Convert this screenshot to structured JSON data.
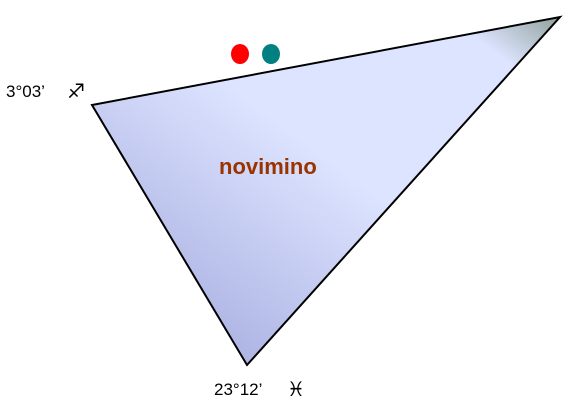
{
  "diagram": {
    "center_label": "novimino",
    "vertices": {
      "left": {
        "degree": "3°03’",
        "sign_icon": "sagittarius-glyph",
        "sign_char": "♐"
      },
      "bottom": {
        "degree": "23°12’",
        "sign_icon": "pisces-glyph",
        "sign_char": "♓"
      }
    },
    "markers": [
      {
        "name": "red-dot",
        "color": "#ff0000"
      },
      {
        "name": "teal-dot",
        "color": "#008080"
      }
    ],
    "colors": {
      "triangle_fill_light": "#dde4ff",
      "triangle_fill_dark": "#9aa0d8",
      "triangle_corner_top_right": "#8fa09a",
      "triangle_stroke": "#000000",
      "center_label": "#993300"
    }
  }
}
